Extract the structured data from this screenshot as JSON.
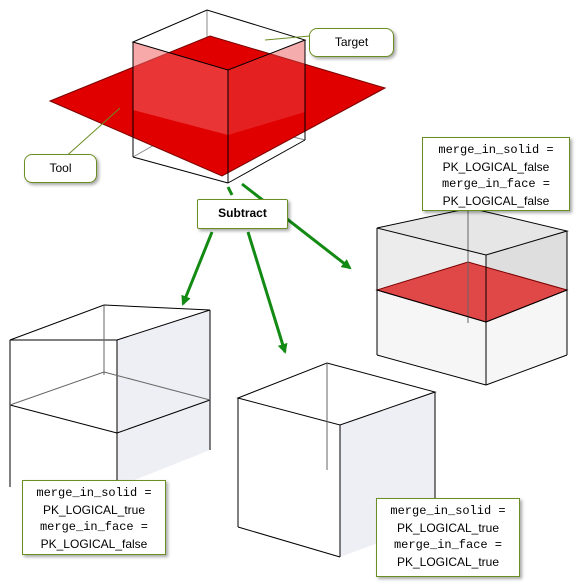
{
  "labels": {
    "target": "Target",
    "tool": "Tool",
    "subtract": "Subtract"
  },
  "results": {
    "right": {
      "line1": "merge_in_solid =",
      "line2": "PK_LOGICAL_false",
      "line3": "merge_in_face =",
      "line4": "PK_LOGICAL_false"
    },
    "left": {
      "line1": "merge_in_solid =",
      "line2": "PK_LOGICAL_true",
      "line3": "merge_in_face =",
      "line4": "PK_LOGICAL_false"
    },
    "center": {
      "line1": "merge_in_solid =",
      "line2": "PK_LOGICAL_true",
      "line3": "merge_in_face =",
      "line4": "PK_LOGICAL_true"
    }
  },
  "colors": {
    "tool_fill": "#e00000",
    "target_fill": "#e23a3a",
    "arrow": "#138a13",
    "callout_border": "#6b8e23"
  }
}
